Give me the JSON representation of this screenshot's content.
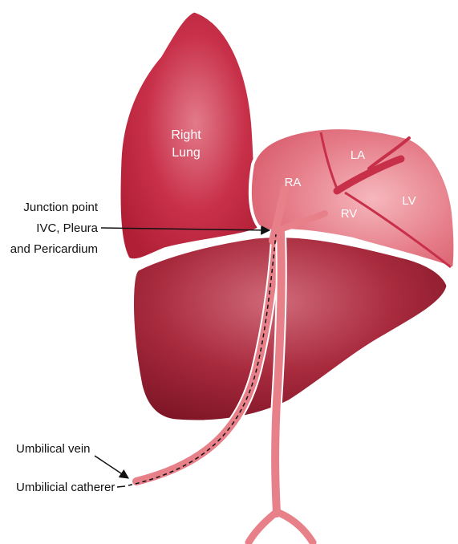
{
  "organs": {
    "lung_line1": "Right",
    "lung_line2": "Lung",
    "ra": "RA",
    "la": "LA",
    "rv": "RV",
    "lv": "LV"
  },
  "labels": {
    "junction_line1": "Junction point",
    "junction_line2": "IVC, Pleura",
    "junction_line3": "and Pericardium",
    "umbilical_vein": "Umbilical vein",
    "catheter": "Umbilicial catherer"
  },
  "colors": {
    "lung": "#c0283f",
    "liver": "#a9273a",
    "heart": "#e0707d",
    "vessel": "#e8808a",
    "outline": "#ffffff",
    "text": "#111111"
  }
}
